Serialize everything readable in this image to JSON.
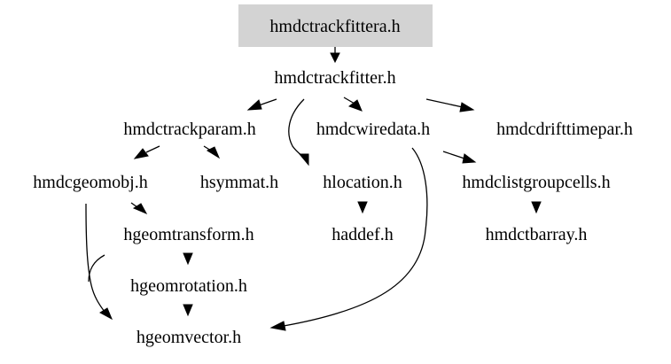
{
  "graph": {
    "root_fill": "#d3d3d3",
    "nodes": {
      "hmdctrackfittera": "hmdctrackfittera.h",
      "hmdctrackfitter": "hmdctrackfitter.h",
      "hmdctrackparam": "hmdctrackparam.h",
      "hmdcwiredata": "hmdcwiredata.h",
      "hmdcdrifttimepar": "hmdcdrifttimepar.h",
      "hmdcgeomobj": "hmdcgeomobj.h",
      "hsymmat": "hsymmat.h",
      "hlocation": "hlocation.h",
      "hmdclistgroupcells": "hmdclistgroupcells.h",
      "hgeomtransform": "hgeomtransform.h",
      "haddef": "haddef.h",
      "hmdctbarray": "hmdctbarray.h",
      "hgeomrotation": "hgeomrotation.h",
      "hgeomvector": "hgeomvector.h"
    }
  }
}
